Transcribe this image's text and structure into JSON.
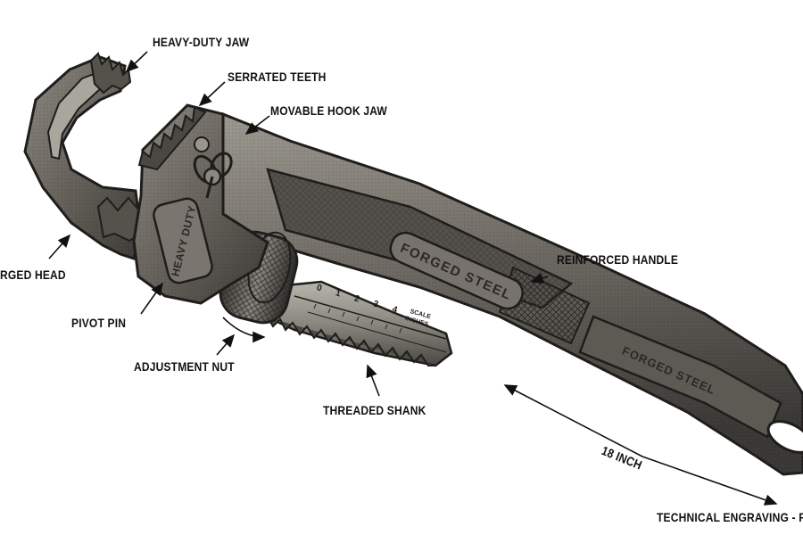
{
  "labels": {
    "heavy_duty_jaw": "HEAVY-DUTY JAW",
    "serrated_teeth": "SERRATED TEETH",
    "movable_hook_jaw": "MOVABLE HOOK JAW",
    "forged_head": "RGED HEAD",
    "reinforced_handle": "REINFORCED HANDLE",
    "pivot_pin": "PIVOT PIN",
    "adjustment_nut": "ADJUSTMENT NUT",
    "threaded_shank": "THREADED SHANK",
    "length": "18 INCH",
    "footer": "TECHNICAL ENGRAVING - PIP"
  },
  "engravings": {
    "heel_badge": "HEAVY DUTY",
    "handle_upper": "FORGED STEEL",
    "handle_lower": "FORGED STEEL",
    "scale_numbers": [
      "0",
      "1",
      "2",
      "3",
      "4"
    ],
    "scale_label_1": "SCALE",
    "scale_label_2": "INCHES"
  },
  "colors": {
    "steel_dark": "#2f2f2f",
    "steel_mid": "#6e6b66",
    "steel_light": "#a3a09a",
    "ink": "#111111"
  }
}
